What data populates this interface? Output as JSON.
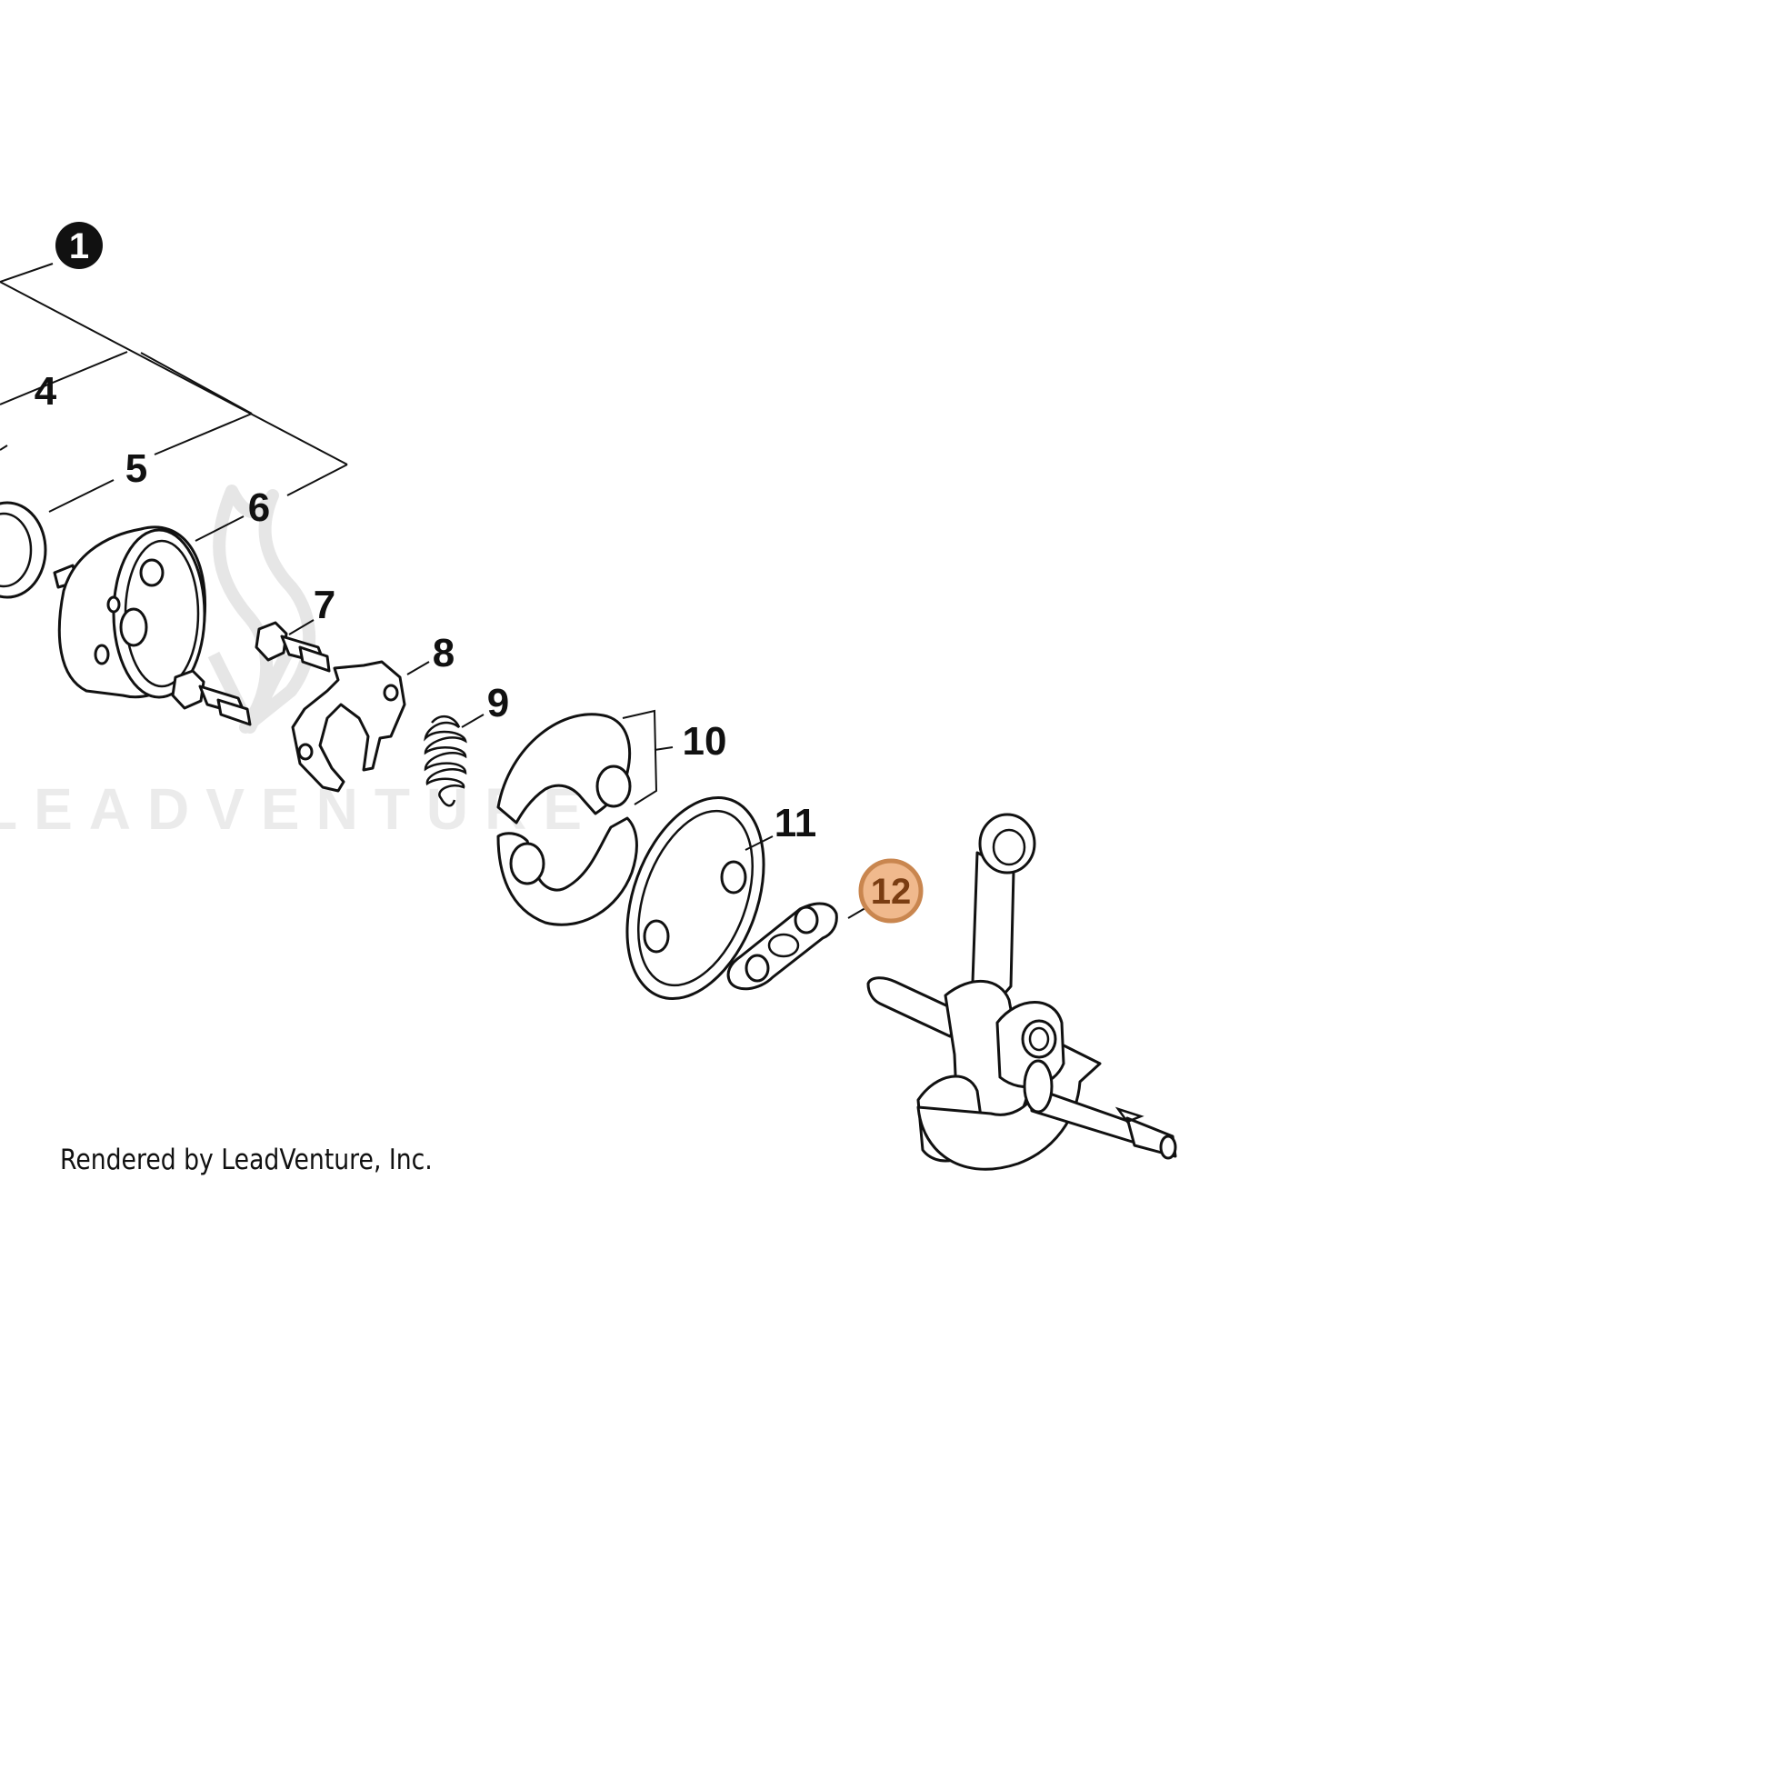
{
  "diagram": {
    "callouts": [
      {
        "id": "1",
        "label": "1",
        "style": "filled-black"
      },
      {
        "id": "4",
        "label": "4"
      },
      {
        "id": "5",
        "label": "5"
      },
      {
        "id": "6",
        "label": "6"
      },
      {
        "id": "7",
        "label": "7"
      },
      {
        "id": "8",
        "label": "8"
      },
      {
        "id": "9",
        "label": "9"
      },
      {
        "id": "10",
        "label": "10"
      },
      {
        "id": "11",
        "label": "11"
      },
      {
        "id": "12",
        "label": "12",
        "style": "highlighted",
        "fill_color": "#f0b98d",
        "border_color": "#c9864f",
        "text_color": "#7a3d12"
      }
    ],
    "watermark_text": "LEADVENTURE",
    "credit": "Rendered by LeadVenture, Inc."
  },
  "colors": {
    "line": "#111111",
    "background": "#ffffff",
    "watermark": "#e8e8e8",
    "highlight": "#f0b98d"
  }
}
